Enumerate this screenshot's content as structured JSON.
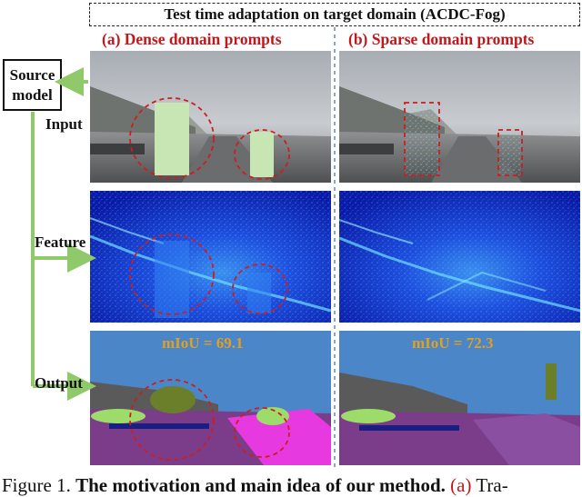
{
  "header": {
    "title": "Test time adaptation on target domain (ACDC-Fog)"
  },
  "columns": {
    "left": "(a) Dense domain prompts",
    "right": "(b) Sparse domain prompts"
  },
  "source_model": {
    "line1": "Source",
    "line2": "model"
  },
  "rows": {
    "input": "Input",
    "feature": "Feature",
    "output": "Output"
  },
  "metrics": {
    "left": "mIoU = 69.1",
    "right": "mIoU = 72.3"
  },
  "caption": {
    "prefix": "Figure 1.",
    "bold": "The motivation and main idea of our method.",
    "ref": "(a)",
    "rest": "Tra-"
  },
  "colors": {
    "accent_red": "#c0181c",
    "arrow_green": "#8fc96a",
    "metric_gold": "#e0a020"
  }
}
